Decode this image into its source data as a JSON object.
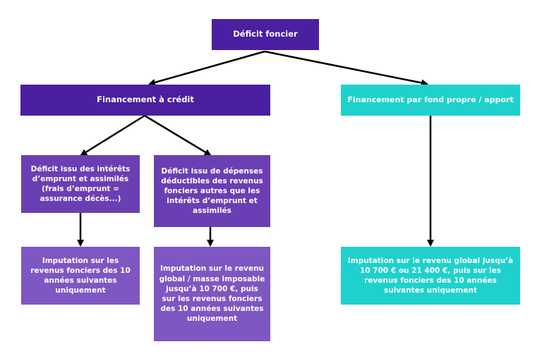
{
  "diagram": {
    "root": "Déficit foncier",
    "credit": {
      "label": "Financement à crédit",
      "interets": {
        "label": "Déficit issu des intérêts d’emprunt et assimilés (frais d’emprunt = assurance décès...)",
        "imputation": "Imputation sur les revenus fonciers des 10 années suivantes uniquement"
      },
      "depenses": {
        "label": "Déficit issu de dépenses déductibles des revenus fonciers autres que les intérêts d’emprunt et assimilés",
        "imputation": "Imputation sur le revenu global / masse imposable jusqu’à 10 700 €, puis sur les revenus fonciers des 10 années suivantes uniquement"
      }
    },
    "apport": {
      "label": "Financement par fond propre / apport",
      "imputation": "Imputation sur le revenu global jusqu’à 10 700 € ou 21 400 €, puis sur les revenus fonciers des 10 années suivantes uniquement"
    }
  },
  "colors": {
    "dark_purple": "#4a1fa0",
    "mid_purple": "#6a3fb4",
    "light_purple": "#7e57c2",
    "teal": "#1fd1cc"
  }
}
